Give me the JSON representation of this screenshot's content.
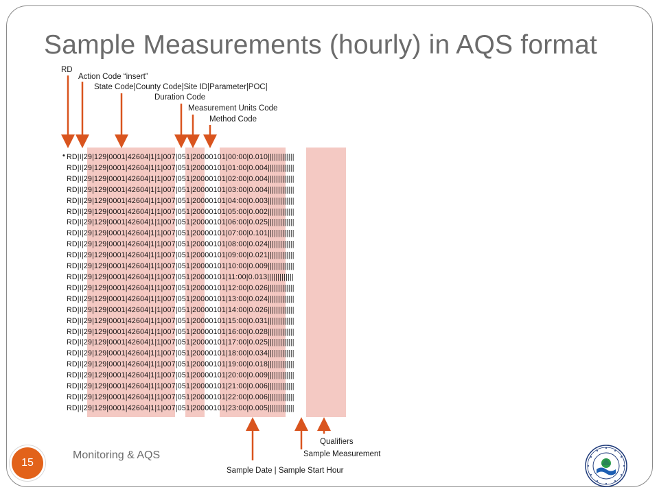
{
  "slide": {
    "title": "Sample Measurements (hourly) in AQS format",
    "footer": "Monitoring & AQS",
    "page_number": "15",
    "logo": "epa-seal-icon"
  },
  "labels": {
    "rd": "RD",
    "action_code": "Action Code “insert”",
    "state_code": "State Code|County Code|Site ID|Parameter|POC|",
    "duration_code": "Duration Code",
    "units_code": "Measurement Units Code",
    "method_code": "Method Code",
    "qualifiers": "Qualifiers",
    "sample_measurement": "Sample Measurement",
    "sample_date": "Sample Date | Sample Start Hour"
  },
  "colors": {
    "accent": "#e2621a",
    "arrow": "#d9541e",
    "highlight": "#f4c9c3",
    "title": "#6b6b6b"
  },
  "records": [
    "RD|I|29|129|0001|42604|1|1|007|051|20000101|00:00|0.010|||||||||||||",
    "RD|I|29|129|0001|42604|1|1|007|051|20000101|01:00|0.004|||||||||||||",
    "RD|I|29|129|0001|42604|1|1|007|051|20000101|02:00|0.004|||||||||||||",
    "RD|I|29|129|0001|42604|1|1|007|051|20000101|03:00|0.004|||||||||||||",
    "RD|I|29|129|0001|42604|1|1|007|051|20000101|04:00|0.003|||||||||||||",
    "RD|I|29|129|0001|42604|1|1|007|051|20000101|05:00|0.002|||||||||||||",
    "RD|I|29|129|0001|42604|1|1|007|051|20000101|06:00|0.025|||||||||||||",
    "RD|I|29|129|0001|42604|1|1|007|051|20000101|07:00|0.101|||||||||||||",
    "RD|I|29|129|0001|42604|1|1|007|051|20000101|08:00|0.024|||||||||||||",
    "RD|I|29|129|0001|42604|1|1|007|051|20000101|09:00|0.021|||||||||||||",
    "RD|I|29|129|0001|42604|1|1|007|051|20000101|10:00|0.009|||||||||||||",
    "RD|I|29|129|0001|42604|1|1|007|051|20000101|11:00|0.013|||||||||||||",
    "RD|I|29|129|0001|42604|1|1|007|051|20000101|12:00|0.026|||||||||||||",
    "RD|I|29|129|0001|42604|1|1|007|051|20000101|13:00|0.024|||||||||||||",
    "RD|I|29|129|0001|42604|1|1|007|051|20000101|14:00|0.026|||||||||||||",
    "RD|I|29|129|0001|42604|1|1|007|051|20000101|15:00|0.031|||||||||||||",
    "RD|I|29|129|0001|42604|1|1|007|051|20000101|16:00|0.028|||||||||||||",
    "RD|I|29|129|0001|42604|1|1|007|051|20000101|17:00|0.025|||||||||||||",
    "RD|I|29|129|0001|42604|1|1|007|051|20000101|18:00|0.034|||||||||||||",
    "RD|I|29|129|0001|42604|1|1|007|051|20000101|19:00|0.018|||||||||||||",
    "RD|I|29|129|0001|42604|1|1|007|051|20000101|20:00|0.009|||||||||||||",
    "RD|I|29|129|0001|42604|1|1|007|051|20000101|21:00|0.006|||||||||||||",
    "RD|I|29|129|0001|42604|1|1|007|051|20000101|22:00|0.006|||||||||||||",
    "RD|I|29|129|0001|42604|1|1|007|051|20000101|23:00|0.005|||||||||||||"
  ]
}
